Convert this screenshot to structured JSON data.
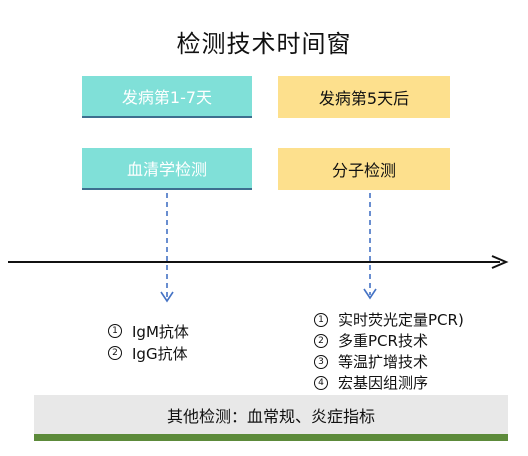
{
  "title": "检测技术时间窗",
  "boxes": {
    "onset_early": "发病第1-7天",
    "onset_late": "发病第5天后",
    "serology": "血清学检测",
    "molecular": "分子检测"
  },
  "serology_items": [
    {
      "num": "1",
      "label": "IgM抗体"
    },
    {
      "num": "2",
      "label": "IgG抗体"
    }
  ],
  "molecular_items": [
    {
      "num": "1",
      "label": "实时荧光定量PCR)"
    },
    {
      "num": "2",
      "label": "多重PCR技术"
    },
    {
      "num": "3",
      "label": "等温扩增技术"
    },
    {
      "num": "4",
      "label": "宏基因组测序"
    }
  ],
  "other_tests": "其他检测：血常规、炎症指标",
  "colors": {
    "teal_box": "#80e0d8",
    "yellow_box": "#fde08d",
    "arrow_dashed": "#4472c4",
    "bottom_bar": "#5c8a3a"
  }
}
